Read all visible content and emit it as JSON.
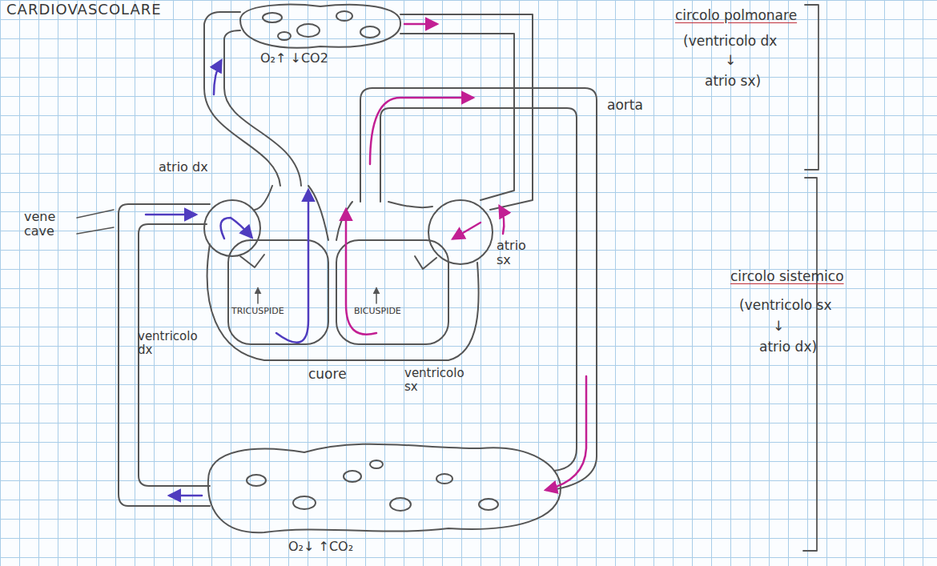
{
  "diagram": {
    "title": "CARDIOVASCOLARE",
    "labels": [
      "O₂↑ ↓CO2",
      "aorta",
      "circolo polmonare",
      "(ventricolo dx",
      "↓",
      "atrio sx)",
      "atrio dx",
      "vene cave",
      "atrio sx",
      "TRICUSPIDE",
      "BICUSPIDE",
      "circolo sistemico",
      "(ventricolo sx",
      "↓",
      "atrio dx)",
      "ventricolo dx",
      "cuore",
      "ventricolo sx",
      "O₂↓ ↑CO₂"
    ]
  }
}
